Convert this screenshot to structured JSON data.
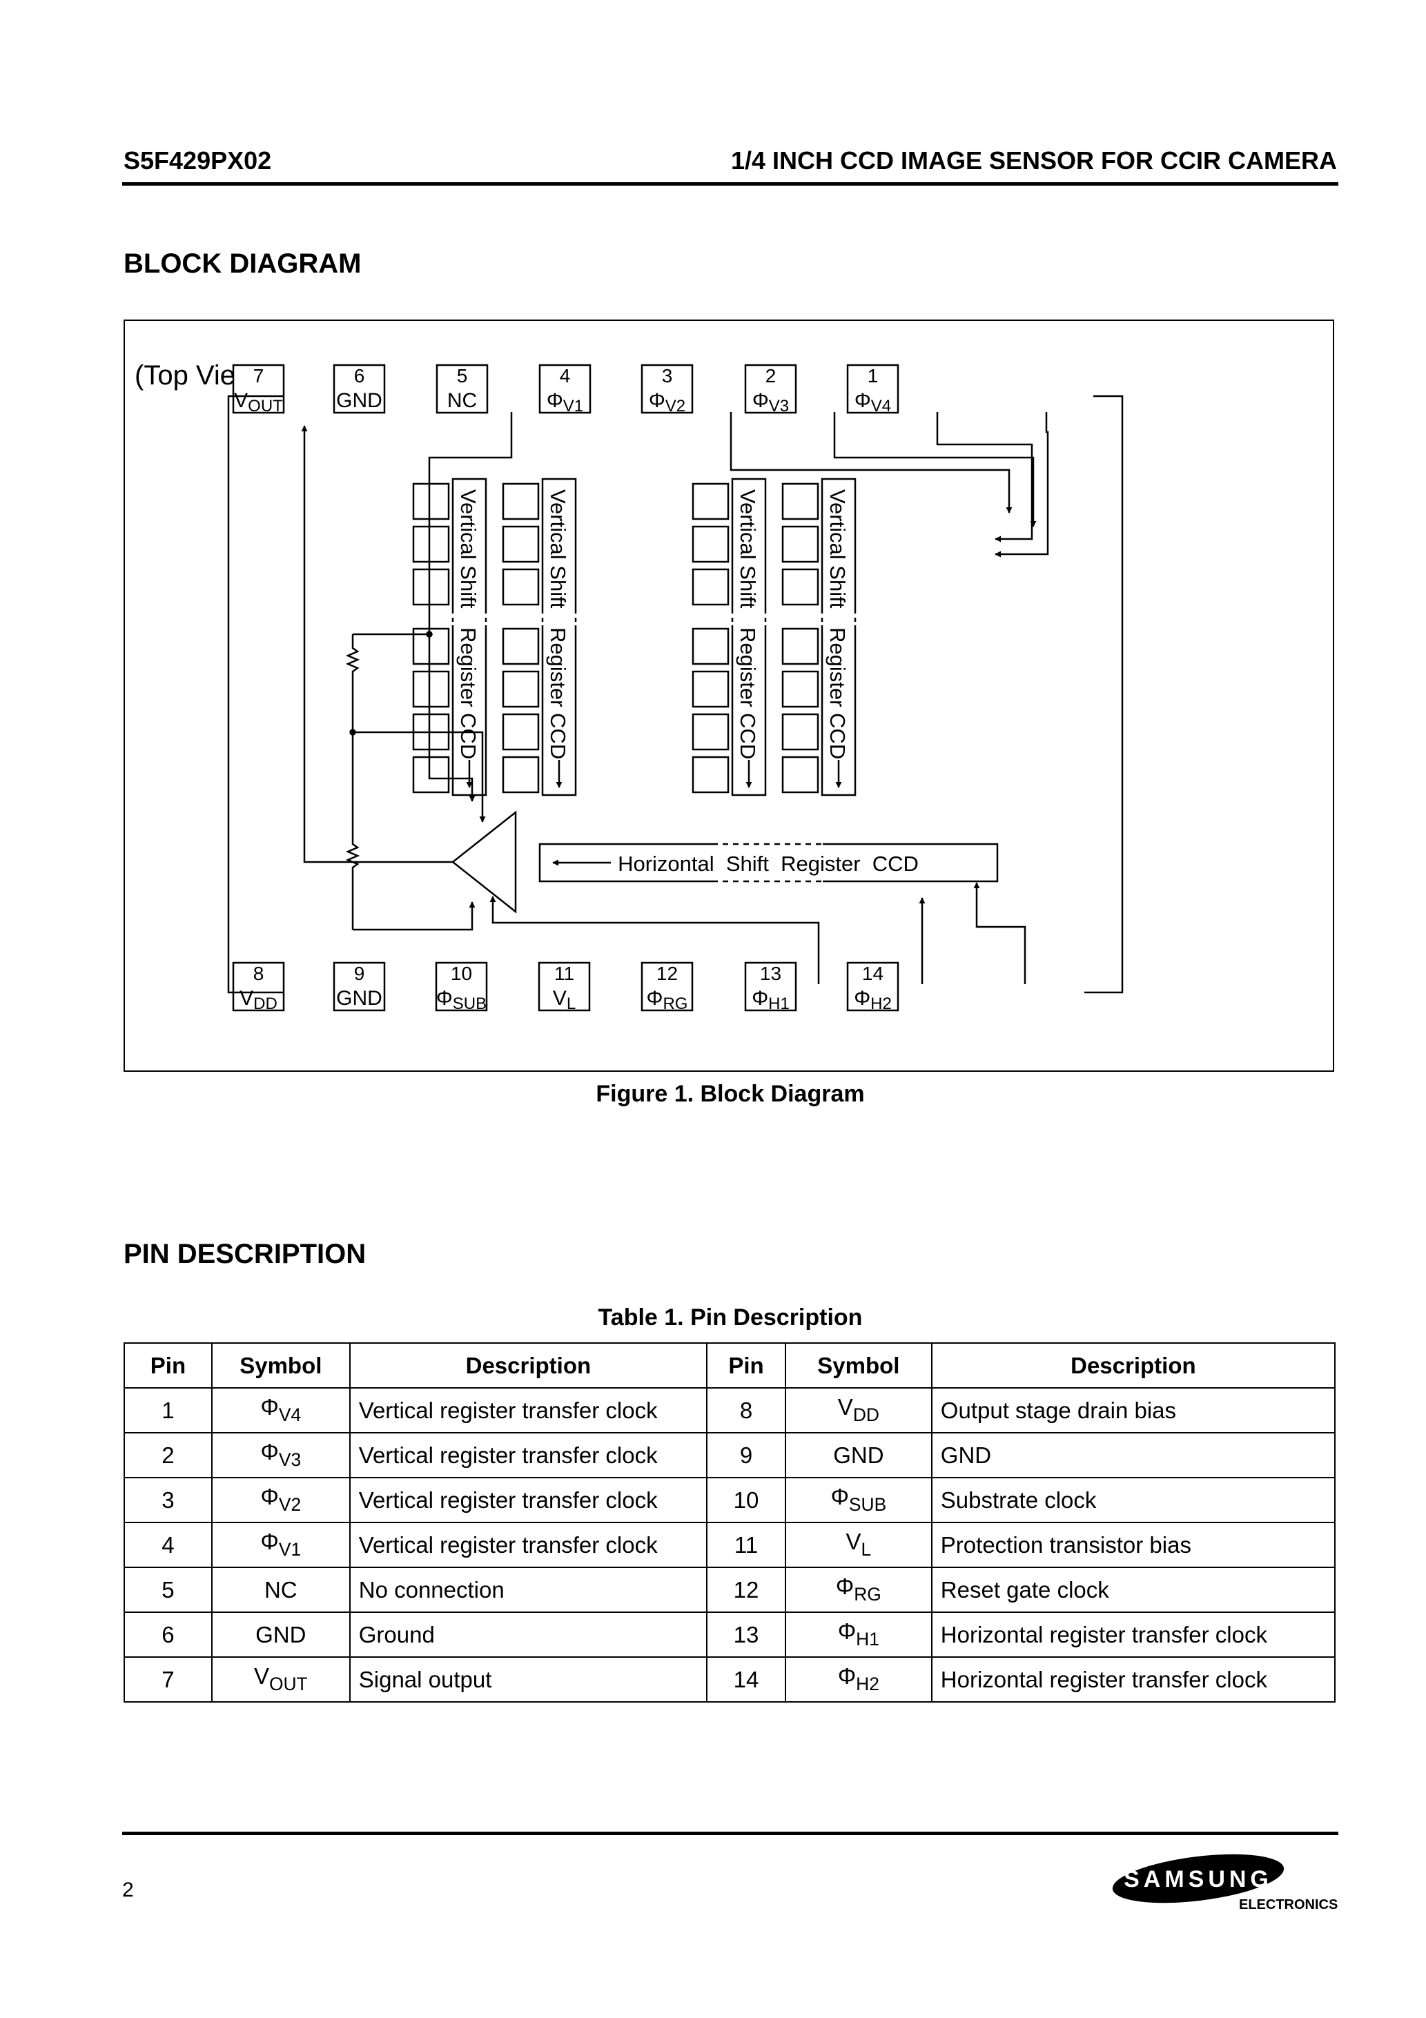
{
  "header": {
    "part_number": "S5F429PX02",
    "title": "1/4 INCH CCD IMAGE SENSOR FOR CCIR CAMERA"
  },
  "block_diagram": {
    "heading": "BLOCK DIAGRAM",
    "view_label": "(Top View)",
    "top_pins": [
      {
        "num": "7",
        "sym": "V",
        "sub": "OUT"
      },
      {
        "num": "6",
        "sym": "GND",
        "sub": ""
      },
      {
        "num": "5",
        "sym": "NC",
        "sub": ""
      },
      {
        "num": "4",
        "sym": "Φ",
        "sub": "V1"
      },
      {
        "num": "3",
        "sym": "Φ",
        "sub": "V2"
      },
      {
        "num": "2",
        "sym": "Φ",
        "sub": "V3"
      },
      {
        "num": "1",
        "sym": "Φ",
        "sub": "V4"
      }
    ],
    "bottom_pins": [
      {
        "num": "8",
        "sym": "V",
        "sub": "DD"
      },
      {
        "num": "9",
        "sym": "GND",
        "sub": ""
      },
      {
        "num": "10",
        "sym": "Φ",
        "sub": "SUB"
      },
      {
        "num": "11",
        "sym": "V",
        "sub": "L"
      },
      {
        "num": "12",
        "sym": "Φ",
        "sub": "RG"
      },
      {
        "num": "13",
        "sym": "Φ",
        "sub": "H1"
      },
      {
        "num": "14",
        "sym": "Φ",
        "sub": "H2"
      }
    ],
    "vertical_register_label_top": "Vertical Shift",
    "vertical_register_label_bottom": "Register CCD",
    "horizontal_register_label": "Horizontal  Shift  Register  CCD",
    "caption": "Figure 1. Block Diagram"
  },
  "pin_description": {
    "heading": "PIN DESCRIPTION",
    "table_caption": "Table 1. Pin Description",
    "columns": [
      "Pin",
      "Symbol",
      "Description",
      "Pin",
      "Symbol",
      "Description"
    ],
    "rows": [
      {
        "pin1": "1",
        "sym1": "Φ",
        "sub1": "V4",
        "desc1": "Vertical register transfer clock",
        "pin2": "8",
        "sym2": "V",
        "sub2": "DD",
        "desc2": "Output stage drain bias"
      },
      {
        "pin1": "2",
        "sym1": "Φ",
        "sub1": "V3",
        "desc1": "Vertical register transfer clock",
        "pin2": "9",
        "sym2": "GND",
        "sub2": "",
        "desc2": "GND"
      },
      {
        "pin1": "3",
        "sym1": "Φ",
        "sub1": "V2",
        "desc1": "Vertical register transfer clock",
        "pin2": "10",
        "sym2": "Φ",
        "sub2": "SUB",
        "desc2": "Substrate clock"
      },
      {
        "pin1": "4",
        "sym1": "Φ",
        "sub1": "V1",
        "desc1": "Vertical register transfer clock",
        "pin2": "11",
        "sym2": "V",
        "sub2": "L",
        "desc2": "Protection transistor bias"
      },
      {
        "pin1": "5",
        "sym1": "NC",
        "sub1": "",
        "desc1": "No connection",
        "pin2": "12",
        "sym2": "Φ",
        "sub2": "RG",
        "desc2": "Reset gate clock"
      },
      {
        "pin1": "6",
        "sym1": "GND",
        "sub1": "",
        "desc1": "Ground",
        "pin2": "13",
        "sym2": "Φ",
        "sub2": "H1",
        "desc2": "Horizontal register transfer clock"
      },
      {
        "pin1": "7",
        "sym1": "V",
        "sub1": "OUT",
        "desc1": "Signal output",
        "pin2": "14",
        "sym2": "Φ",
        "sub2": "H2",
        "desc2": "Horizontal register transfer clock"
      }
    ]
  },
  "footer": {
    "page_number": "2",
    "logo_text": "SAMSUNG",
    "logo_subtext": "ELECTRONICS"
  }
}
